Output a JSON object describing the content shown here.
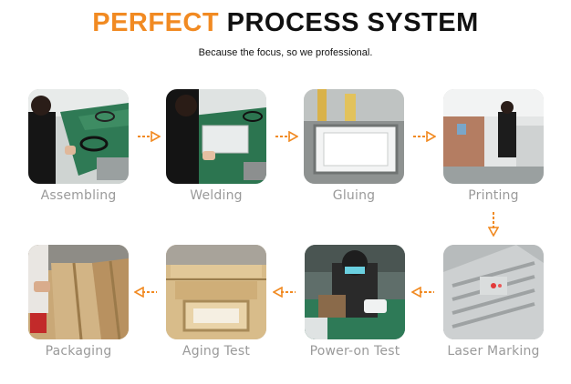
{
  "header": {
    "title_part1": "PERFECT",
    "title_part2": "PROCESS SYSTEM",
    "subtitle": "Because the focus, so we professional."
  },
  "colors": {
    "accent": "#f18a22",
    "label": "#9a9a9a"
  },
  "steps": [
    {
      "label": "Assembling"
    },
    {
      "label": "Welding"
    },
    {
      "label": "Gluing"
    },
    {
      "label": "Printing"
    },
    {
      "label": "Laser Marking"
    },
    {
      "label": "Power-on Test"
    },
    {
      "label": "Aging Test"
    },
    {
      "label": "Packaging"
    }
  ]
}
